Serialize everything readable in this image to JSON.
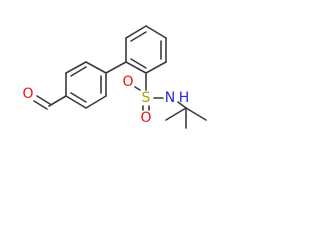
{
  "molecule": {
    "atom_labels": {
      "oxygen_aldehyde": "O",
      "sulfur": "S",
      "oxygen_upper": "O",
      "oxygen_lower": "O",
      "nitrogen": "N",
      "hydrogen": "H"
    },
    "colors": {
      "bond": "#3a3a3a",
      "oxygen": "#e8141b",
      "sulfur": "#b3a100",
      "nitrogen": "#2a2ad6"
    }
  }
}
